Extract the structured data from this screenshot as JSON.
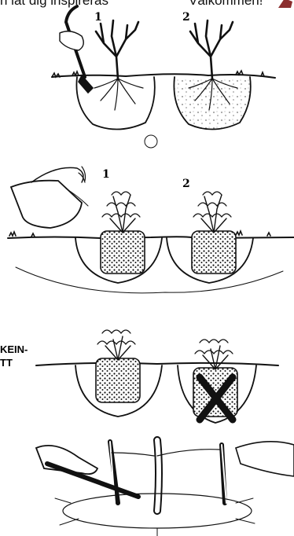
{
  "header": {
    "text_left": "n lat dig inspireras",
    "text_right": "Välkommen!",
    "accent_color": "#8b2e2e"
  },
  "panel1": {
    "step_labels": [
      "1",
      "2"
    ]
  },
  "panel2": {
    "step_labels": [
      "1",
      "2"
    ]
  },
  "side_text": {
    "line1": "KEIN-",
    "line2": "TT"
  }
}
